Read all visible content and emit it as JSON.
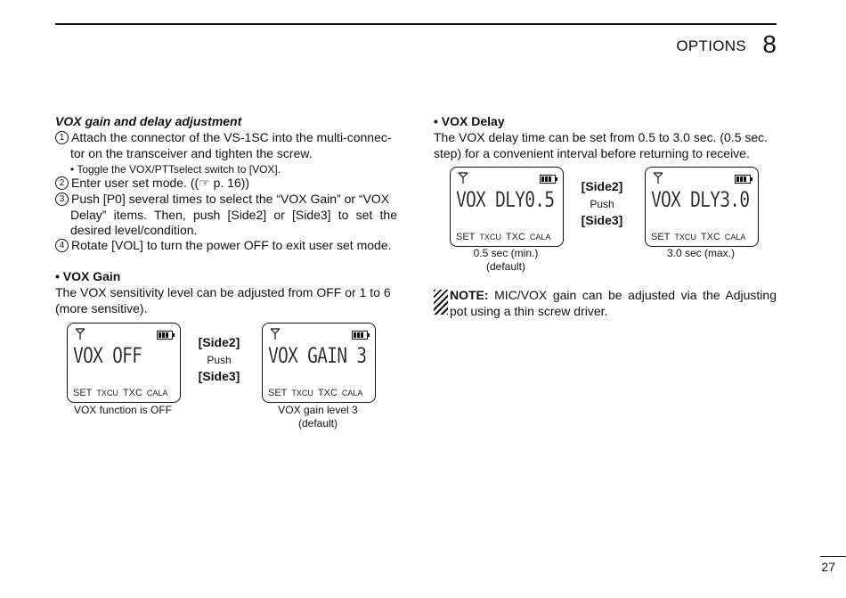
{
  "header": {
    "title": "OPTIONS",
    "chapter": "8"
  },
  "footer": {
    "page_number": "27"
  },
  "left": {
    "heading": "VOX gain and delay adjustment",
    "step1_num": "1",
    "step1_a": "Attach the connector of the VS-1SC into the multi-connec-",
    "step1_b": "tor on the transceiver and tighten the screw.",
    "step1_note": "• Toggle the VOX/PTTselect switch to [VOX].",
    "step2_num": "2",
    "step2": "Enter user set mode. ((☞ p. 16))",
    "step3_num": "3",
    "step3_a": "Push [P0] several times to select the “VOX Gain” or “VOX",
    "step3_b": "Delay” items. Then, push [Side2] or [Side3] to set the",
    "step3_c": "desired level/condition.",
    "step4_num": "4",
    "step4": "Rotate [VOL] to turn the power OFF to exit user set mode.",
    "gain_heading": "• VOX Gain",
    "gain_text_a": "The VOX sensitivity level can be adjusted from OFF or 1 to 6",
    "gain_text_b": "(more sensitive).",
    "lcd1_text": "VOX OFF",
    "lcd2_text": "VOX GAIN 3",
    "side2": "[Side2]",
    "push": "Push",
    "side3": "[Side3]",
    "cap1": "VOX function is OFF",
    "cap2_a": "VOX gain level 3",
    "cap2_b": "(default)"
  },
  "right": {
    "delay_heading": "• VOX Delay",
    "delay_text_a": "The VOX delay time can be set from 0.5 to 3.0 sec. (0.5 sec.",
    "delay_text_b": "step) for a convenient interval before returning to receive.",
    "lcd3_text": "VOX DLY0.5",
    "lcd4_text": "VOX DLY3.0",
    "side2": "[Side2]",
    "push": "Push",
    "side3": "[Side3]",
    "cap3_a": "0.5 sec (min.)",
    "cap3_b": "(default)",
    "cap4": "3.0 sec (max.)",
    "note_label": "NOTE:",
    "note_a": "MIC/VOX gain can be adjusted via the Adjusting",
    "note_b": "pot using a thin screw driver."
  },
  "lcd_indicators": {
    "set": "SET",
    "txcu": "TXCU",
    "txc": "TXC",
    "cala": "CALA"
  }
}
